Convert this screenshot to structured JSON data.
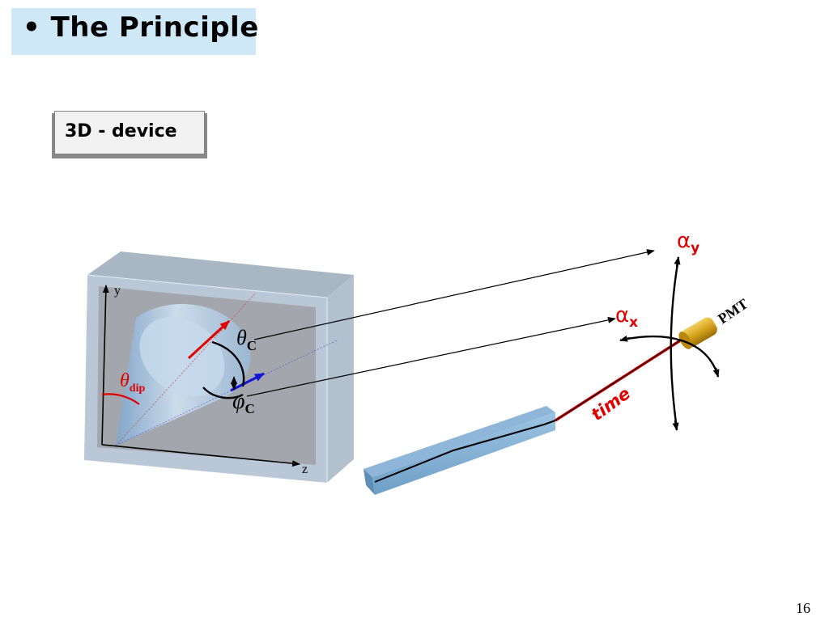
{
  "slide": {
    "title": "• The Principle",
    "box_label": "3D - device",
    "page_number": "16"
  },
  "diagram": {
    "axis_y": "y",
    "axis_z": "z",
    "theta_dip_symbol": "θ",
    "theta_dip_sub": "dip",
    "theta_c_symbol": "θ",
    "theta_c_sub": "C",
    "phi_c_symbol": "φ",
    "phi_c_sub": "C",
    "alpha_x_symbol": "α",
    "alpha_x_sub": "x",
    "alpha_y_symbol": "α",
    "alpha_y_sub": "y",
    "pmt_label": "PMT",
    "time_label": "time",
    "colors": {
      "accent_red": "#e00000",
      "blue_arrow": "#1414d8",
      "glass": "#b4c6d8",
      "pmt": "#d6a41c",
      "title_bg": "#cfe8f7"
    }
  }
}
